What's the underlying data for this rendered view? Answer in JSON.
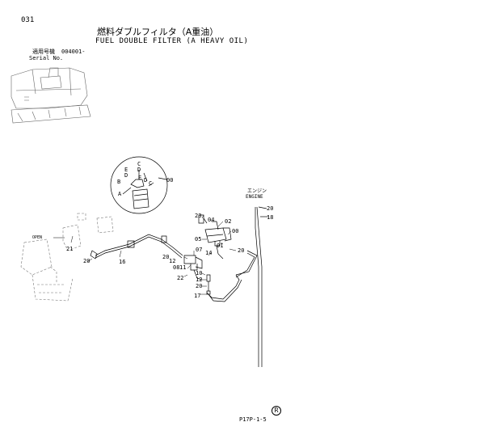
{
  "header": {
    "page_number": "031",
    "title_jp": "燃料ダブルフィルタ（A重油）",
    "title_en": "FUEL DOUBLE FILTER (A HEAVY OIL)",
    "serial_label_jp": "適用号機",
    "serial_value": "004001-",
    "serial_label_en": "Serial No."
  },
  "callouts": {
    "c1": "C",
    "c2": "D",
    "e1": "E",
    "d1": "D",
    "b1": "B",
    "e2": "E",
    "d2": "D",
    "c3": "C",
    "a1": "A",
    "n00a": "00",
    "engine_jp": "エンジン",
    "engine_en": "ENGINE",
    "n20a": "20",
    "n18": "18",
    "n23": "23",
    "n04": "04",
    "n02": "02",
    "n05": "05",
    "n00b": "00",
    "n01": "01",
    "n14": "14",
    "n20b": "20",
    "n07": "07",
    "n20c": "20",
    "n12a": "12",
    "n08": "08",
    "n11": "11",
    "n22": "22",
    "n10": "10",
    "n12b": "12",
    "n20d": "20",
    "n17": "17",
    "open": "OPEN",
    "n21": "21",
    "n20e": "20",
    "n16": "16"
  },
  "footer": {
    "code": "P17P-1-5",
    "mark": "R"
  },
  "colors": {
    "ink": "#000000",
    "background": "#ffffff"
  }
}
